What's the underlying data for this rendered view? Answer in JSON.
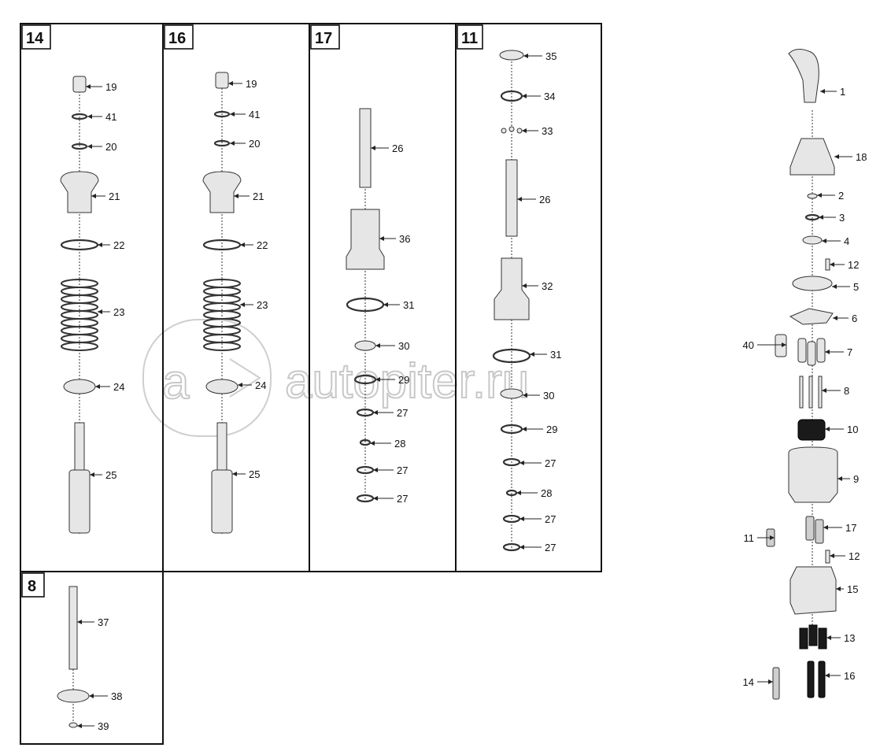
{
  "panels": {
    "p14": "14",
    "p16": "16",
    "p17": "17",
    "p11": "11",
    "p8": "8"
  },
  "watermark": "autopiter.ru",
  "callouts": {
    "p14": [
      "19",
      "41",
      "20",
      "21",
      "22",
      "23",
      "24",
      "25"
    ],
    "p16": [
      "19",
      "41",
      "20",
      "21",
      "22",
      "23",
      "24",
      "25"
    ],
    "p17": [
      "26",
      "36",
      "31",
      "30",
      "29",
      "27",
      "28",
      "27",
      "27"
    ],
    "p11": [
      "35",
      "34",
      "33",
      "26",
      "32",
      "31",
      "30",
      "29",
      "27",
      "28",
      "27",
      "27"
    ],
    "p8": [
      "37",
      "38",
      "39"
    ],
    "main": [
      "1",
      "18",
      "2",
      "3",
      "4",
      "12",
      "5",
      "6",
      "40",
      "7",
      "8",
      "10",
      "9",
      "11",
      "17",
      "12",
      "15",
      "13",
      "14",
      "16"
    ]
  }
}
